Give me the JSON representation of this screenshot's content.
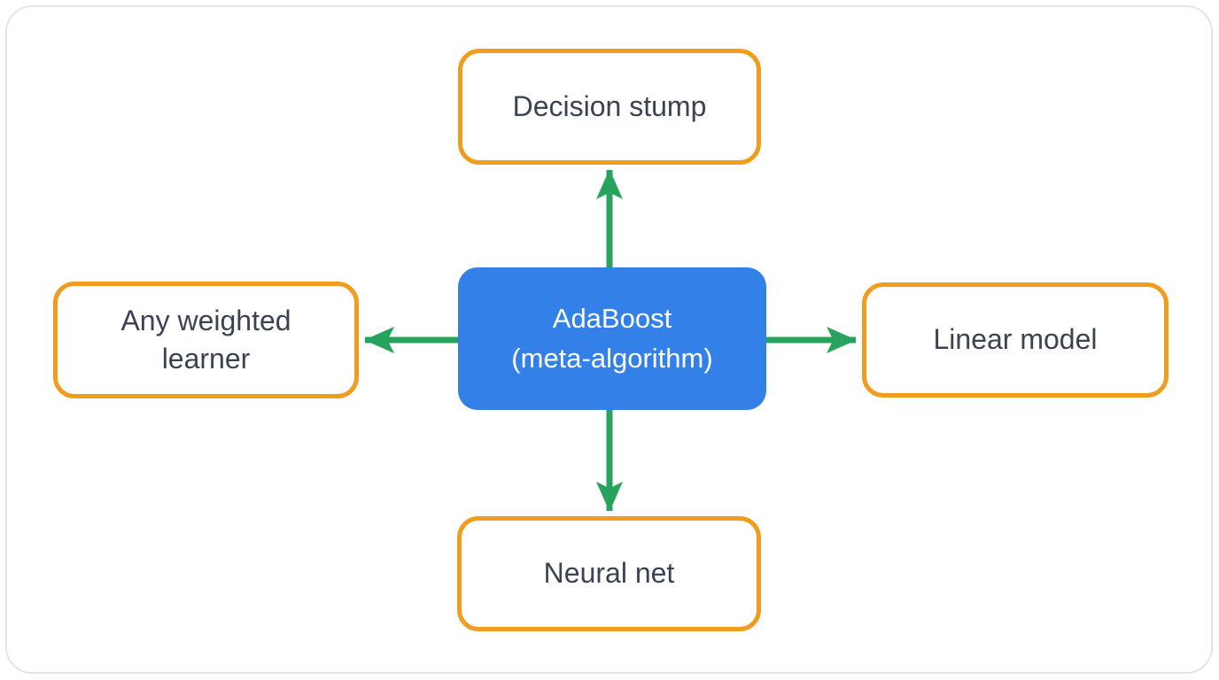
{
  "diagram": {
    "title": "AdaBoost base learners diagram",
    "center": {
      "id": "center",
      "label_line1": "AdaBoost",
      "label_line2": "(meta-algorithm)"
    },
    "nodes": [
      {
        "id": "top",
        "label": "Decision stump"
      },
      {
        "id": "right",
        "label": "Linear model"
      },
      {
        "id": "bottom",
        "label": "Neural net"
      },
      {
        "id": "left",
        "label": "Any weighted learner"
      }
    ],
    "edges": [
      {
        "from": "center",
        "to": "top"
      },
      {
        "from": "center",
        "to": "right"
      },
      {
        "from": "center",
        "to": "bottom"
      },
      {
        "from": "center",
        "to": "left"
      }
    ],
    "colors": {
      "center_fill": "#3280e8",
      "node_border": "#f09d1f",
      "arrow": "#27a35e",
      "text_dark": "#3b4352",
      "text_light": "#ffffff",
      "card_border": "#e3e5ea",
      "background": "#ffffff"
    }
  }
}
